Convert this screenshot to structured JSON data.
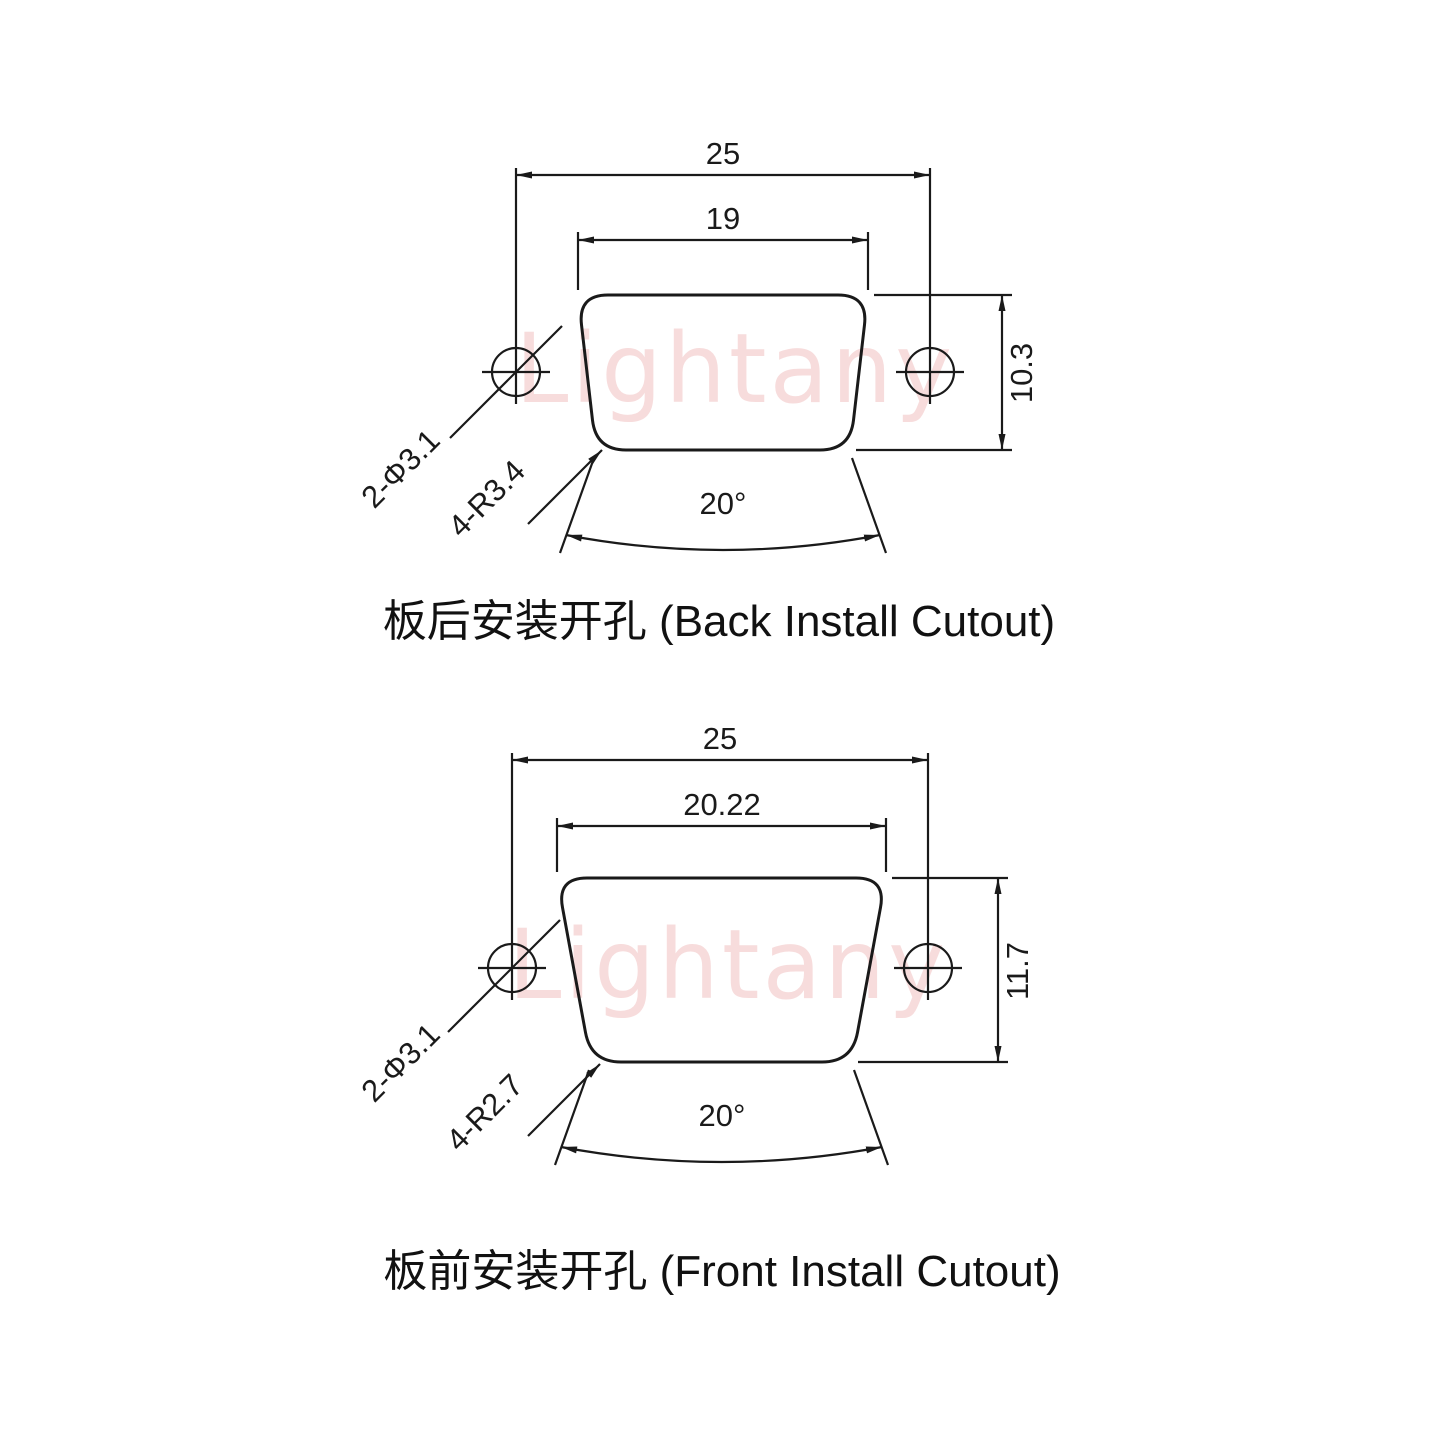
{
  "watermark": {
    "text": "Lightany",
    "color": "#f6d7d7"
  },
  "line_color": "#1a1a1a",
  "views": {
    "back": {
      "caption": "板后安装开孔 (Back Install Cutout)",
      "dims": {
        "hole_spacing": "25",
        "top_width": "19",
        "height": "10.3",
        "taper_angle": "20°",
        "holes": "2-Φ3.1",
        "corner_radius": "4-R3.4"
      }
    },
    "front": {
      "caption": "板前安装开孔 (Front Install Cutout)",
      "dims": {
        "hole_spacing": "25",
        "top_width": "20.22",
        "height": "11.7",
        "taper_angle": "20°",
        "holes": "2-Φ3.1",
        "corner_radius": "4-R2.7"
      }
    }
  }
}
